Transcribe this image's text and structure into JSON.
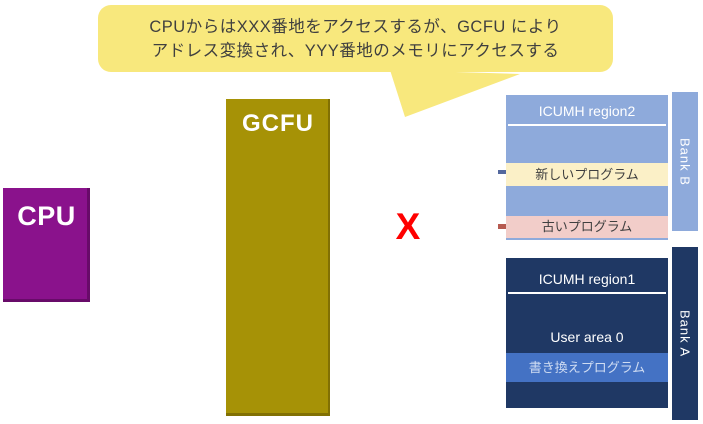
{
  "colors": {
    "background": "#FFFFFF",
    "callout_fill": "#F8E87D",
    "cpu_fill": "#8A128C",
    "gcfu_fill": "#A69206",
    "x_red": "#FF0000",
    "bank_b_blue": "#8EAADB",
    "bank_a_navy": "#1F3864",
    "new_program_yellow": "#FBF0C7",
    "old_program_pink": "#F2CDC9",
    "rewrite_program_blue": "#4472C4"
  },
  "callout": {
    "line1": "CPUからはXXX番地をアクセスするが、GCFU により",
    "line2": "アドレス変換され、YYY番地のメモリにアクセスする"
  },
  "cpu": {
    "label": "CPU"
  },
  "gcfu": {
    "label": "GCFU"
  },
  "x_marker": {
    "label": "X"
  },
  "bank_b": {
    "bank_label": "Bank B",
    "region_label": "ICUMH region2",
    "new_program_label": "新しいプログラム",
    "old_program_label": "古いプログラム"
  },
  "bank_a": {
    "bank_label": "Bank A",
    "region_label": "ICUMH region1",
    "user_area_label": "User area 0",
    "rewrite_program_label": "書き換えプログラム"
  }
}
